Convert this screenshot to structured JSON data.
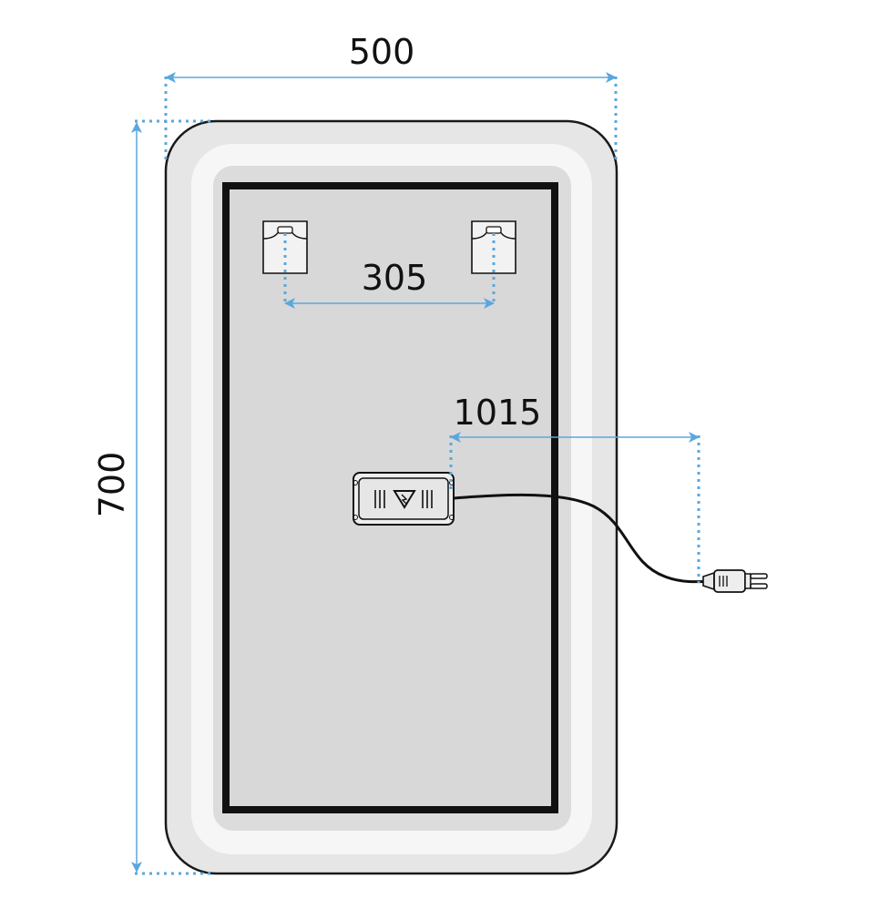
{
  "diagram": {
    "dimensions": {
      "width": "500",
      "height": "700",
      "hook_spacing": "305",
      "cable_length": "1015"
    },
    "colors": {
      "dimension_line": "#5aa7de",
      "outline": "#1a1a1a",
      "mirror_fill": "#dcdcdc",
      "frame_outer": "#e4e4e4",
      "frame_inner": "#f2f2f2"
    },
    "icons": {
      "hook": "hanging-hook-icon",
      "transformer": "power-supply-icon",
      "plug": "power-plug-icon"
    }
  }
}
